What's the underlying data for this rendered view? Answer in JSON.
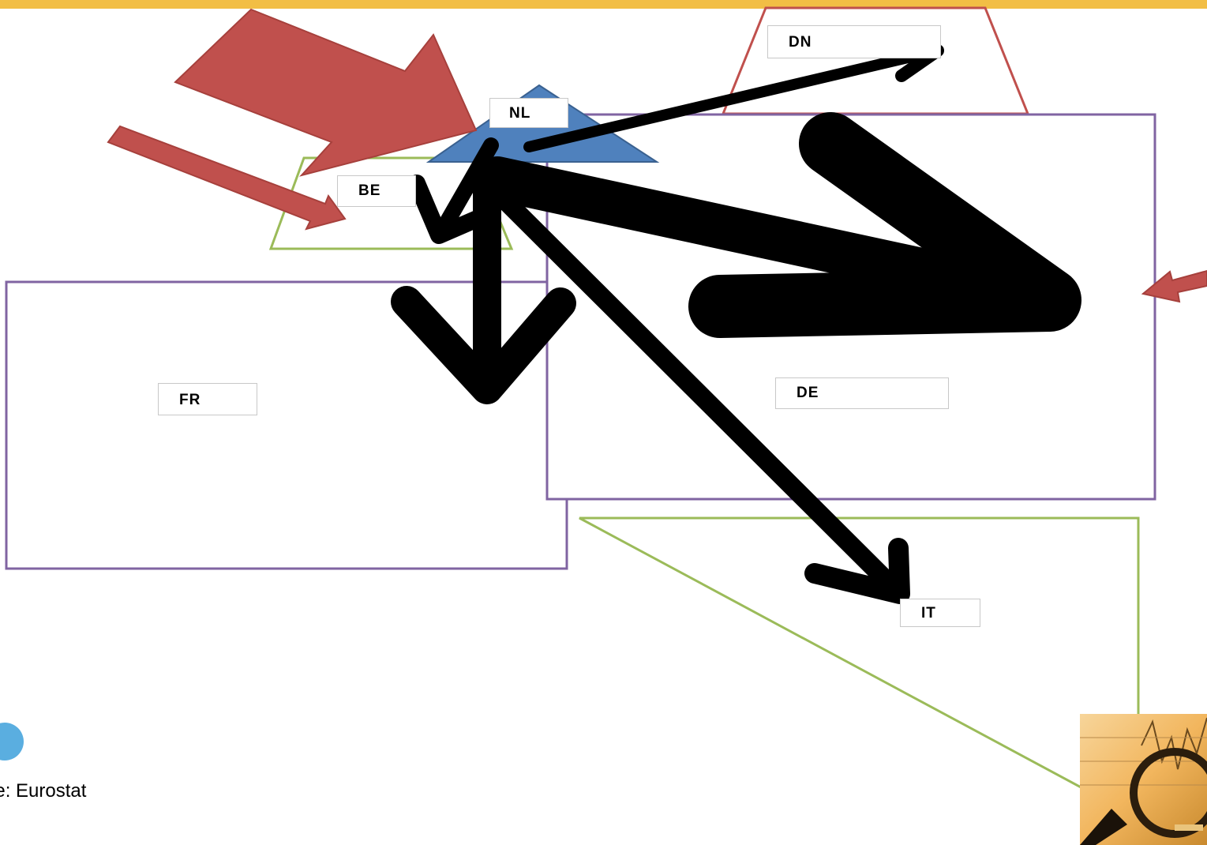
{
  "labels": {
    "dn": "DN",
    "nl": "NL",
    "be": "BE",
    "fr": "FR",
    "de": "DE",
    "it": "IT"
  },
  "source": "urce: Eurostat",
  "colors": {
    "top_bar": "#f2be45",
    "import_arrow": "#c0504d",
    "import_arrow_outline": "#a6403c",
    "nl_triangle": "#4f81bd",
    "export_arrow": "#000000",
    "dn_outline": "#c0504d",
    "be_outline": "#9bbb59",
    "it_outline": "#9bbb59",
    "fr_outline": "#8064a2",
    "de_outline": "#8064a2"
  },
  "icons": {
    "logo": "logo-icon",
    "thumbnail": "magnifier-chart-icon"
  }
}
